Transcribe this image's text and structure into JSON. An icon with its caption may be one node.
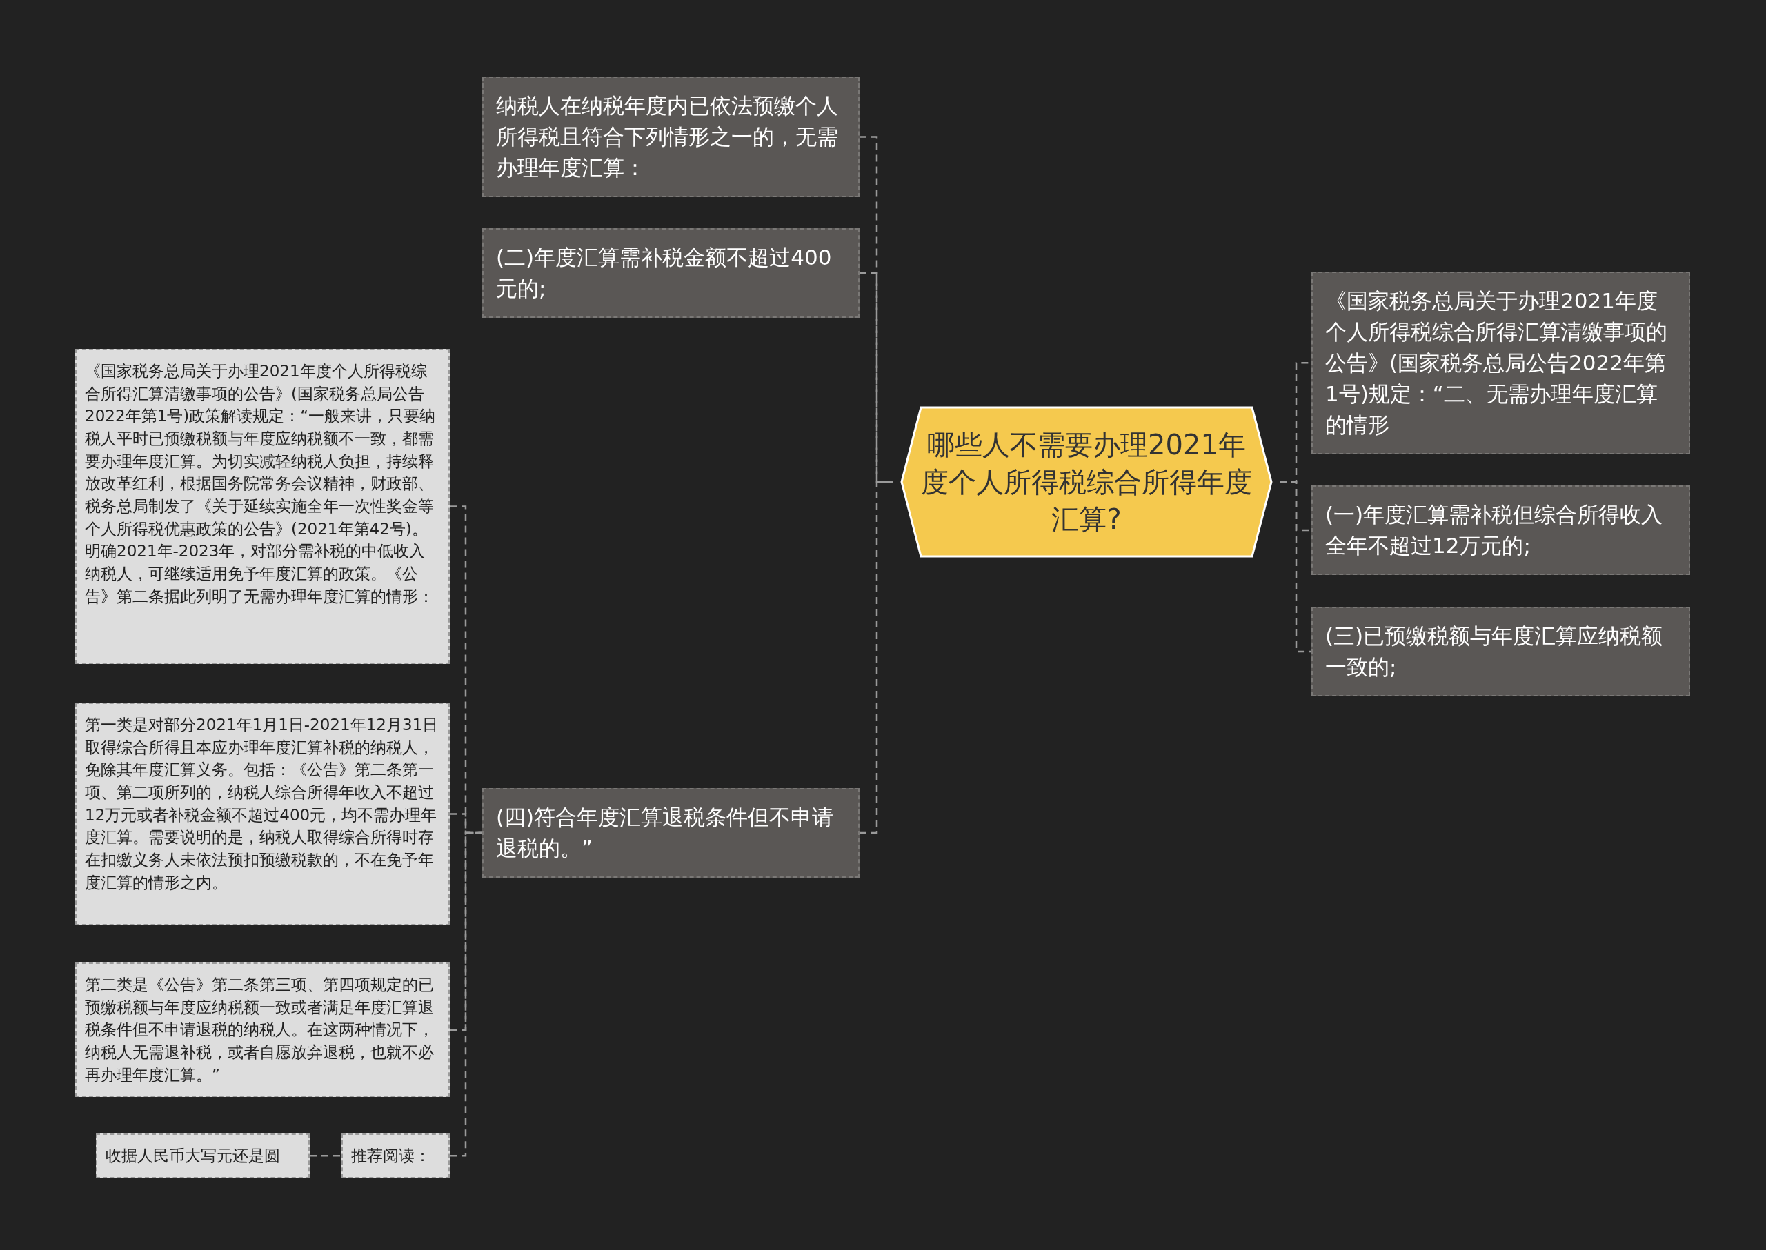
{
  "diagram": {
    "nodes": [
      {
        "text": [
          "哪些人不需要办理2021年度个人所得税综合所得年度汇算?"
        ]
      },
      {
        "text": [
          "纳税人在纳税年度内已依法预缴个人所得税且符合下列情形之一的，无需办理年度汇算："
        ]
      },
      {
        "text": [
          "(二)年度汇算需补税金额不超过400元的;"
        ]
      },
      {
        "text": [
          "(四)符合年度汇算退税条件但不申请退税的。”"
        ]
      },
      {
        "text": [
          "《国家税务总局关于办理2021年度个人所得税综合所得汇算清缴事项的公告》(国家税务总局公告2022年第1号)政策解读规定：“一般来讲，只要纳税人平时已预缴税额与年度应纳税额不一致，都需要办理年度汇算。为切实减轻纳税人负担，持续释放改革红利，根据国务院常务会议精神，财政部、税务总局制发了《关于延续实施全年一次性奖金等个人所得税优惠政策的公告》(2021年第42号)。明确2021年-2023年，对部分需补税的中低收入纳税人，可继续适用免予年度汇算的政策。《公告》第二条据此列明了无需办理年度汇算的情形："
        ]
      },
      {
        "text": [
          "第一类是对部分2021年1月1日-2021年12月31日取得综合所得且本应办理年度汇算补税的纳税人，免除其年度汇算义务。包括：《公告》第二条第一项、第二项所列的，纳税人综合所得年收入不超过12万元或者补税金额不超过400元，均不需办理年度汇算。需要说明的是，纳税人取得综合所得时存在扣缴义务人未依法预扣预缴税款的，不在免予年度汇算的情形之内。"
        ]
      },
      {
        "text": [
          "第二类是《公告》第二条第三项、第四项规定的已预缴税额与年度应纳税额一致或者满足年度汇算退税条件但不申请退税的纳税人。在这两种情况下，纳税人无需退补税，或者自愿放弃退税，也就不必再办理年度汇算。”"
        ]
      },
      {
        "text": [
          "推荐阅读："
        ]
      },
      {
        "text": [
          "收据人民币大写元还是圆"
        ]
      },
      {
        "text": [
          "《国家税务总局关于办理2021年度个人所得税综合所得汇算清缴事项的公告》(国家税务总局公告2022年第1号)规定：“二、无需办理年度汇算的情形"
        ]
      },
      {
        "text": [
          "(一)年度汇算需补税但综合所得收入全年不超过12万元的;"
        ]
      },
      {
        "text": [
          "(三)已预缴税额与年度汇算应纳税额一致的;"
        ]
      }
    ],
    "edges": [
      {
        "from": 1,
        "to": 0,
        "arrow": "none",
        "style": "dashed"
      },
      {
        "from": 2,
        "to": 0,
        "arrow": "none",
        "style": "dashed"
      },
      {
        "from": 3,
        "to": 0,
        "arrow": "none",
        "style": "dashed"
      },
      {
        "from": 4,
        "to": 3,
        "arrow": "none",
        "style": "dashed"
      },
      {
        "from": 5,
        "to": 3,
        "arrow": "none",
        "style": "dashed"
      },
      {
        "from": 6,
        "to": 3,
        "arrow": "none",
        "style": "dashed"
      },
      {
        "from": 7,
        "to": 3,
        "arrow": "none",
        "style": "dashed"
      },
      {
        "from": 8,
        "to": 7,
        "arrow": "none",
        "style": "dashed"
      },
      {
        "from": 0,
        "to": 9,
        "arrow": "none",
        "style": "dashed"
      },
      {
        "from": 0,
        "to": 10,
        "arrow": "none",
        "style": "dashed"
      },
      {
        "from": 0,
        "to": 11,
        "arrow": "none",
        "style": "dashed"
      }
    ]
  }
}
